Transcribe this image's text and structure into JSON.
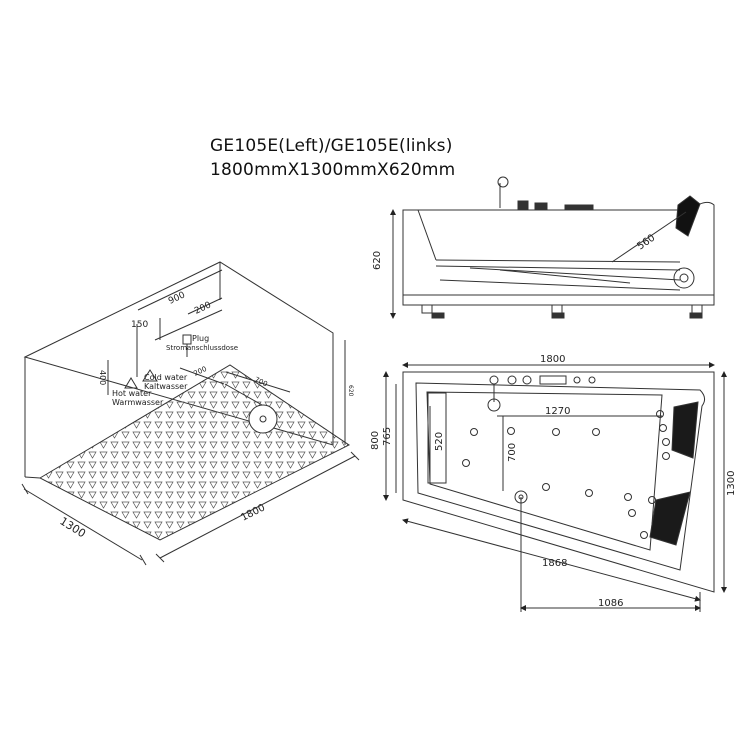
{
  "title": {
    "model": "GE105E(Left)/GE105E(links)",
    "dimensions": "1800mmX1300mmX620mm"
  },
  "room_view": {
    "dim_900": "900",
    "dim_200": "200",
    "dim_150": "150",
    "dim_400": "400",
    "dim_620": "620",
    "dim_200b": "200",
    "dim_700": "700",
    "dim_1300": "1300",
    "dim_1800": "1800",
    "plug_en": "Plug",
    "plug_de": "Stromanschlussdose",
    "cold_en": "Cold water",
    "cold_de": "Kaltwasser",
    "hot_en": "Hot water",
    "hot_de": "Warmwasser"
  },
  "side_view": {
    "dim_620": "620",
    "dim_560": "560"
  },
  "top_view": {
    "dim_1800": "1800",
    "dim_1270": "1270",
    "dim_800": "800",
    "dim_765": "765",
    "dim_520": "520",
    "dim_700": "700",
    "dim_1300": "1300",
    "dim_1868": "1868",
    "dim_1086": "1086"
  }
}
